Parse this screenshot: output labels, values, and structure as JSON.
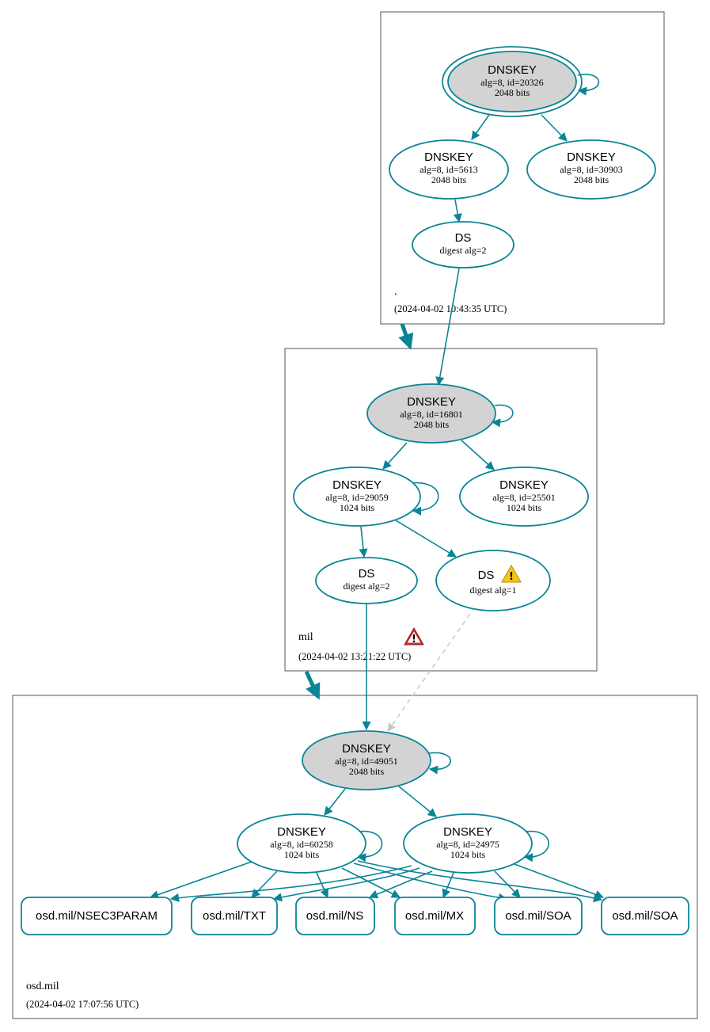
{
  "colors": {
    "edge": "#0a8596",
    "node_fill_ksk": "#d3d3d3",
    "node_fill": "#ffffff",
    "zone_border": "#555555",
    "dashed_edge": "#c8c8c8",
    "warning_yellow": "#f5c518",
    "error_red": "#d32f2f"
  },
  "zones": {
    "root": {
      "name": ".",
      "timestamp": "(2024-04-02 10:43:35 UTC)"
    },
    "mil": {
      "name": "mil",
      "timestamp": "(2024-04-02 13:21:22 UTC)",
      "status_icon": "error-icon"
    },
    "osd": {
      "name": "osd.mil",
      "timestamp": "(2024-04-02 17:07:56 UTC)"
    }
  },
  "nodes": {
    "root_ksk": {
      "title": "DNSKEY",
      "line1": "alg=8, id=20326",
      "line2": "2048 bits"
    },
    "root_zsk1": {
      "title": "DNSKEY",
      "line1": "alg=8, id=5613",
      "line2": "2048 bits"
    },
    "root_zsk2": {
      "title": "DNSKEY",
      "line1": "alg=8, id=30903",
      "line2": "2048 bits"
    },
    "root_ds": {
      "title": "DS",
      "line1": "digest alg=2"
    },
    "mil_ksk": {
      "title": "DNSKEY",
      "line1": "alg=8, id=16801",
      "line2": "2048 bits"
    },
    "mil_zsk1": {
      "title": "DNSKEY",
      "line1": "alg=8, id=29059",
      "line2": "1024 bits"
    },
    "mil_zsk2": {
      "title": "DNSKEY",
      "line1": "alg=8, id=25501",
      "line2": "1024 bits"
    },
    "mil_ds1": {
      "title": "DS",
      "line1": "digest alg=2"
    },
    "mil_ds2": {
      "title": "DS",
      "line1": "digest alg=1",
      "status_icon": "warning-icon"
    },
    "osd_ksk": {
      "title": "DNSKEY",
      "line1": "alg=8, id=49051",
      "line2": "2048 bits"
    },
    "osd_zsk1": {
      "title": "DNSKEY",
      "line1": "alg=8, id=60258",
      "line2": "1024 bits"
    },
    "osd_zsk2": {
      "title": "DNSKEY",
      "line1": "alg=8, id=24975",
      "line2": "1024 bits"
    }
  },
  "rrsets": [
    {
      "label": "osd.mil/NSEC3PARAM"
    },
    {
      "label": "osd.mil/TXT"
    },
    {
      "label": "osd.mil/NS"
    },
    {
      "label": "osd.mil/MX"
    },
    {
      "label": "osd.mil/SOA"
    },
    {
      "label": "osd.mil/SOA"
    }
  ]
}
